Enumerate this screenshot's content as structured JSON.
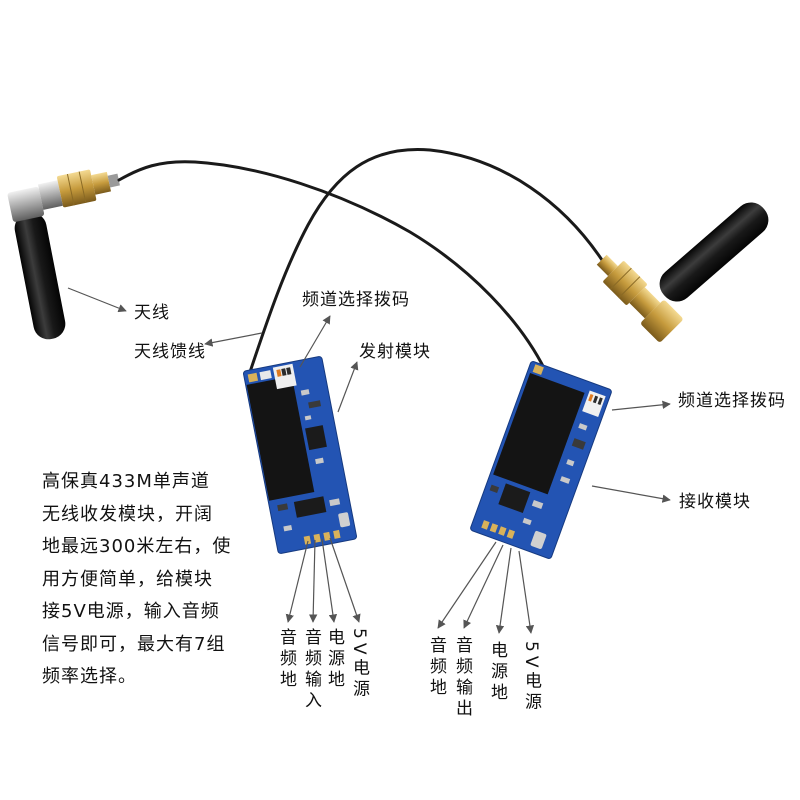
{
  "labels": {
    "antenna": "天线",
    "antenna_feeder": "天线馈线",
    "tx_channel_dip": "频道选择拨码",
    "tx_module": "发射模块",
    "rx_channel_dip": "频道选择拨码",
    "rx_module": "接收模块"
  },
  "description_lines": [
    "高保真433M单声道",
    "无线收发模块，开阔",
    "地最远300米左右，使",
    "用方便简单，给模块",
    "接5V电源，输入音频",
    "信号即可，最大有7组",
    "频率选择。"
  ],
  "tx_pins": [
    "音频地",
    "音频输入",
    "电源地",
    "5V电源"
  ],
  "rx_pins": [
    "音频地",
    "音频输出",
    "电源地",
    "5V电源"
  ],
  "colors": {
    "pcb": "#2354b3",
    "shield": "#141414",
    "cable": "#1a1a1a",
    "arrow": "#555555"
  }
}
